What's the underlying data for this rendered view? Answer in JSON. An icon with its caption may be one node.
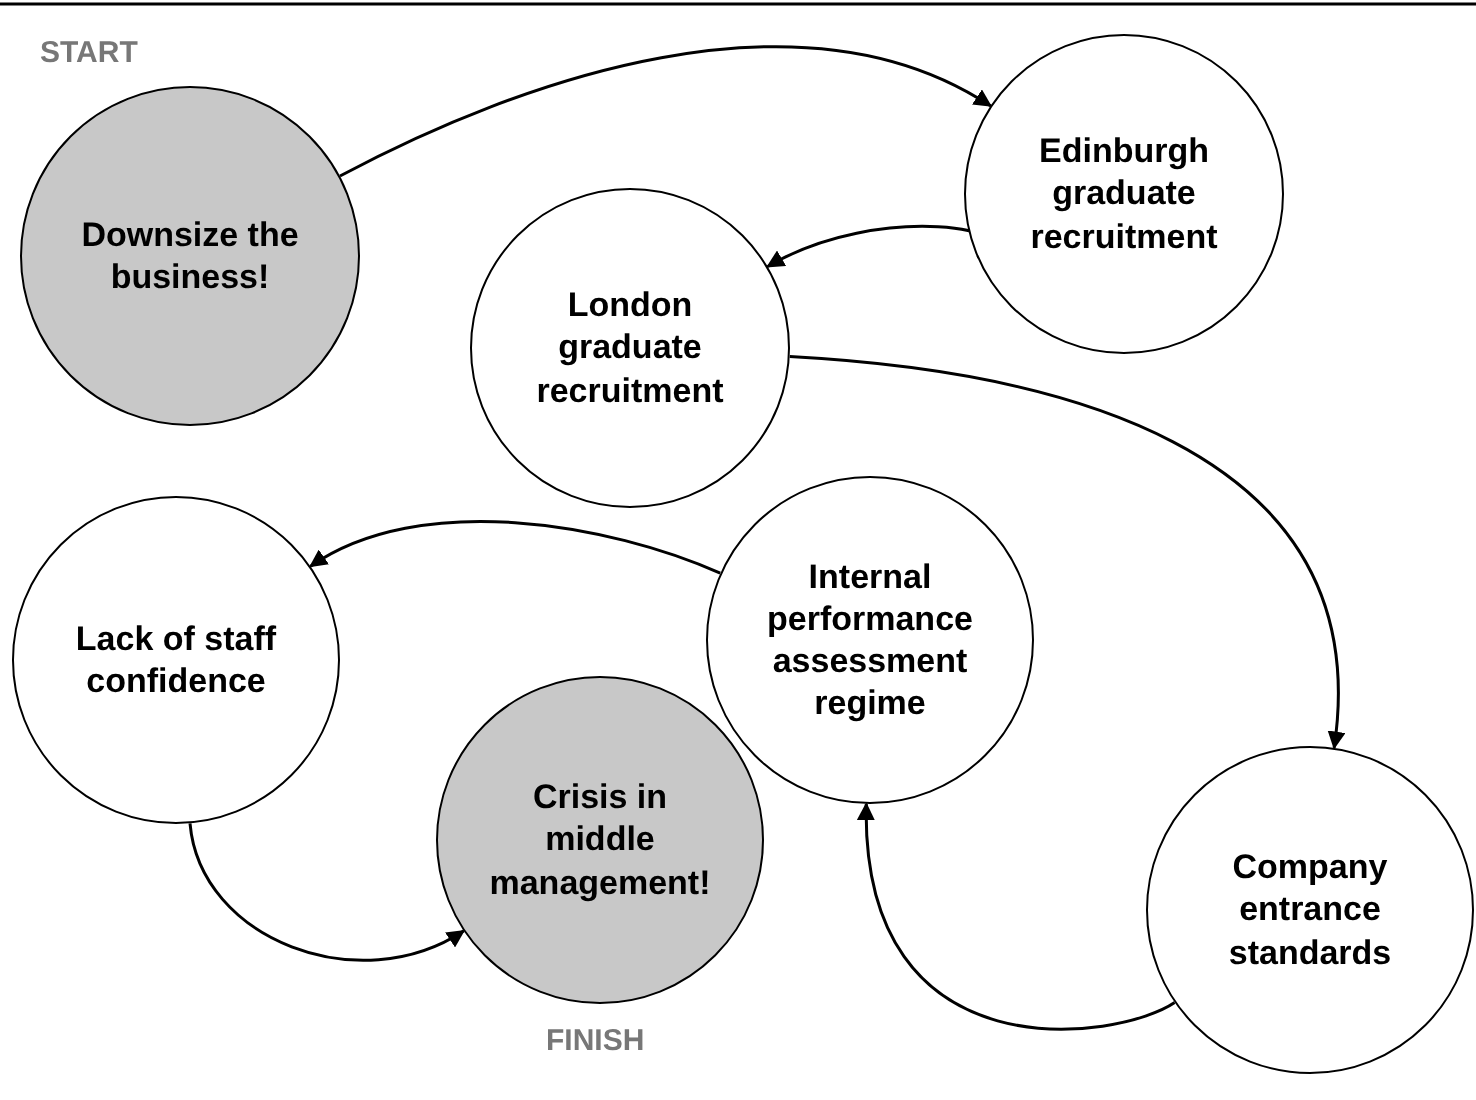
{
  "diagram": {
    "nodes": [
      {
        "text": [
          "Downsize the business!"
        ],
        "beside": [
          "START"
        ]
      },
      {
        "text": [
          "Edinburgh graduate recruitment"
        ]
      },
      {
        "text": [
          "London graduate recruitment"
        ]
      },
      {
        "text": [
          "Lack of staff confidence"
        ]
      },
      {
        "text": [
          "Internal performance assessment regime"
        ]
      },
      {
        "text": [
          "Crisis in middle management!"
        ],
        "beside": [
          "FINISH"
        ]
      },
      {
        "text": [
          "Company entrance standards"
        ]
      }
    ],
    "edges": [
      {
        "from": 0,
        "to": 1,
        "arrow": "to"
      },
      {
        "from": 1,
        "to": 2,
        "arrow": "to"
      },
      {
        "from": 2,
        "to": 6,
        "arrow": "to"
      },
      {
        "from": 6,
        "to": 4,
        "arrow": "to"
      },
      {
        "from": 4,
        "to": 3,
        "arrow": "to"
      },
      {
        "from": 3,
        "to": 5,
        "arrow": "to"
      }
    ]
  }
}
